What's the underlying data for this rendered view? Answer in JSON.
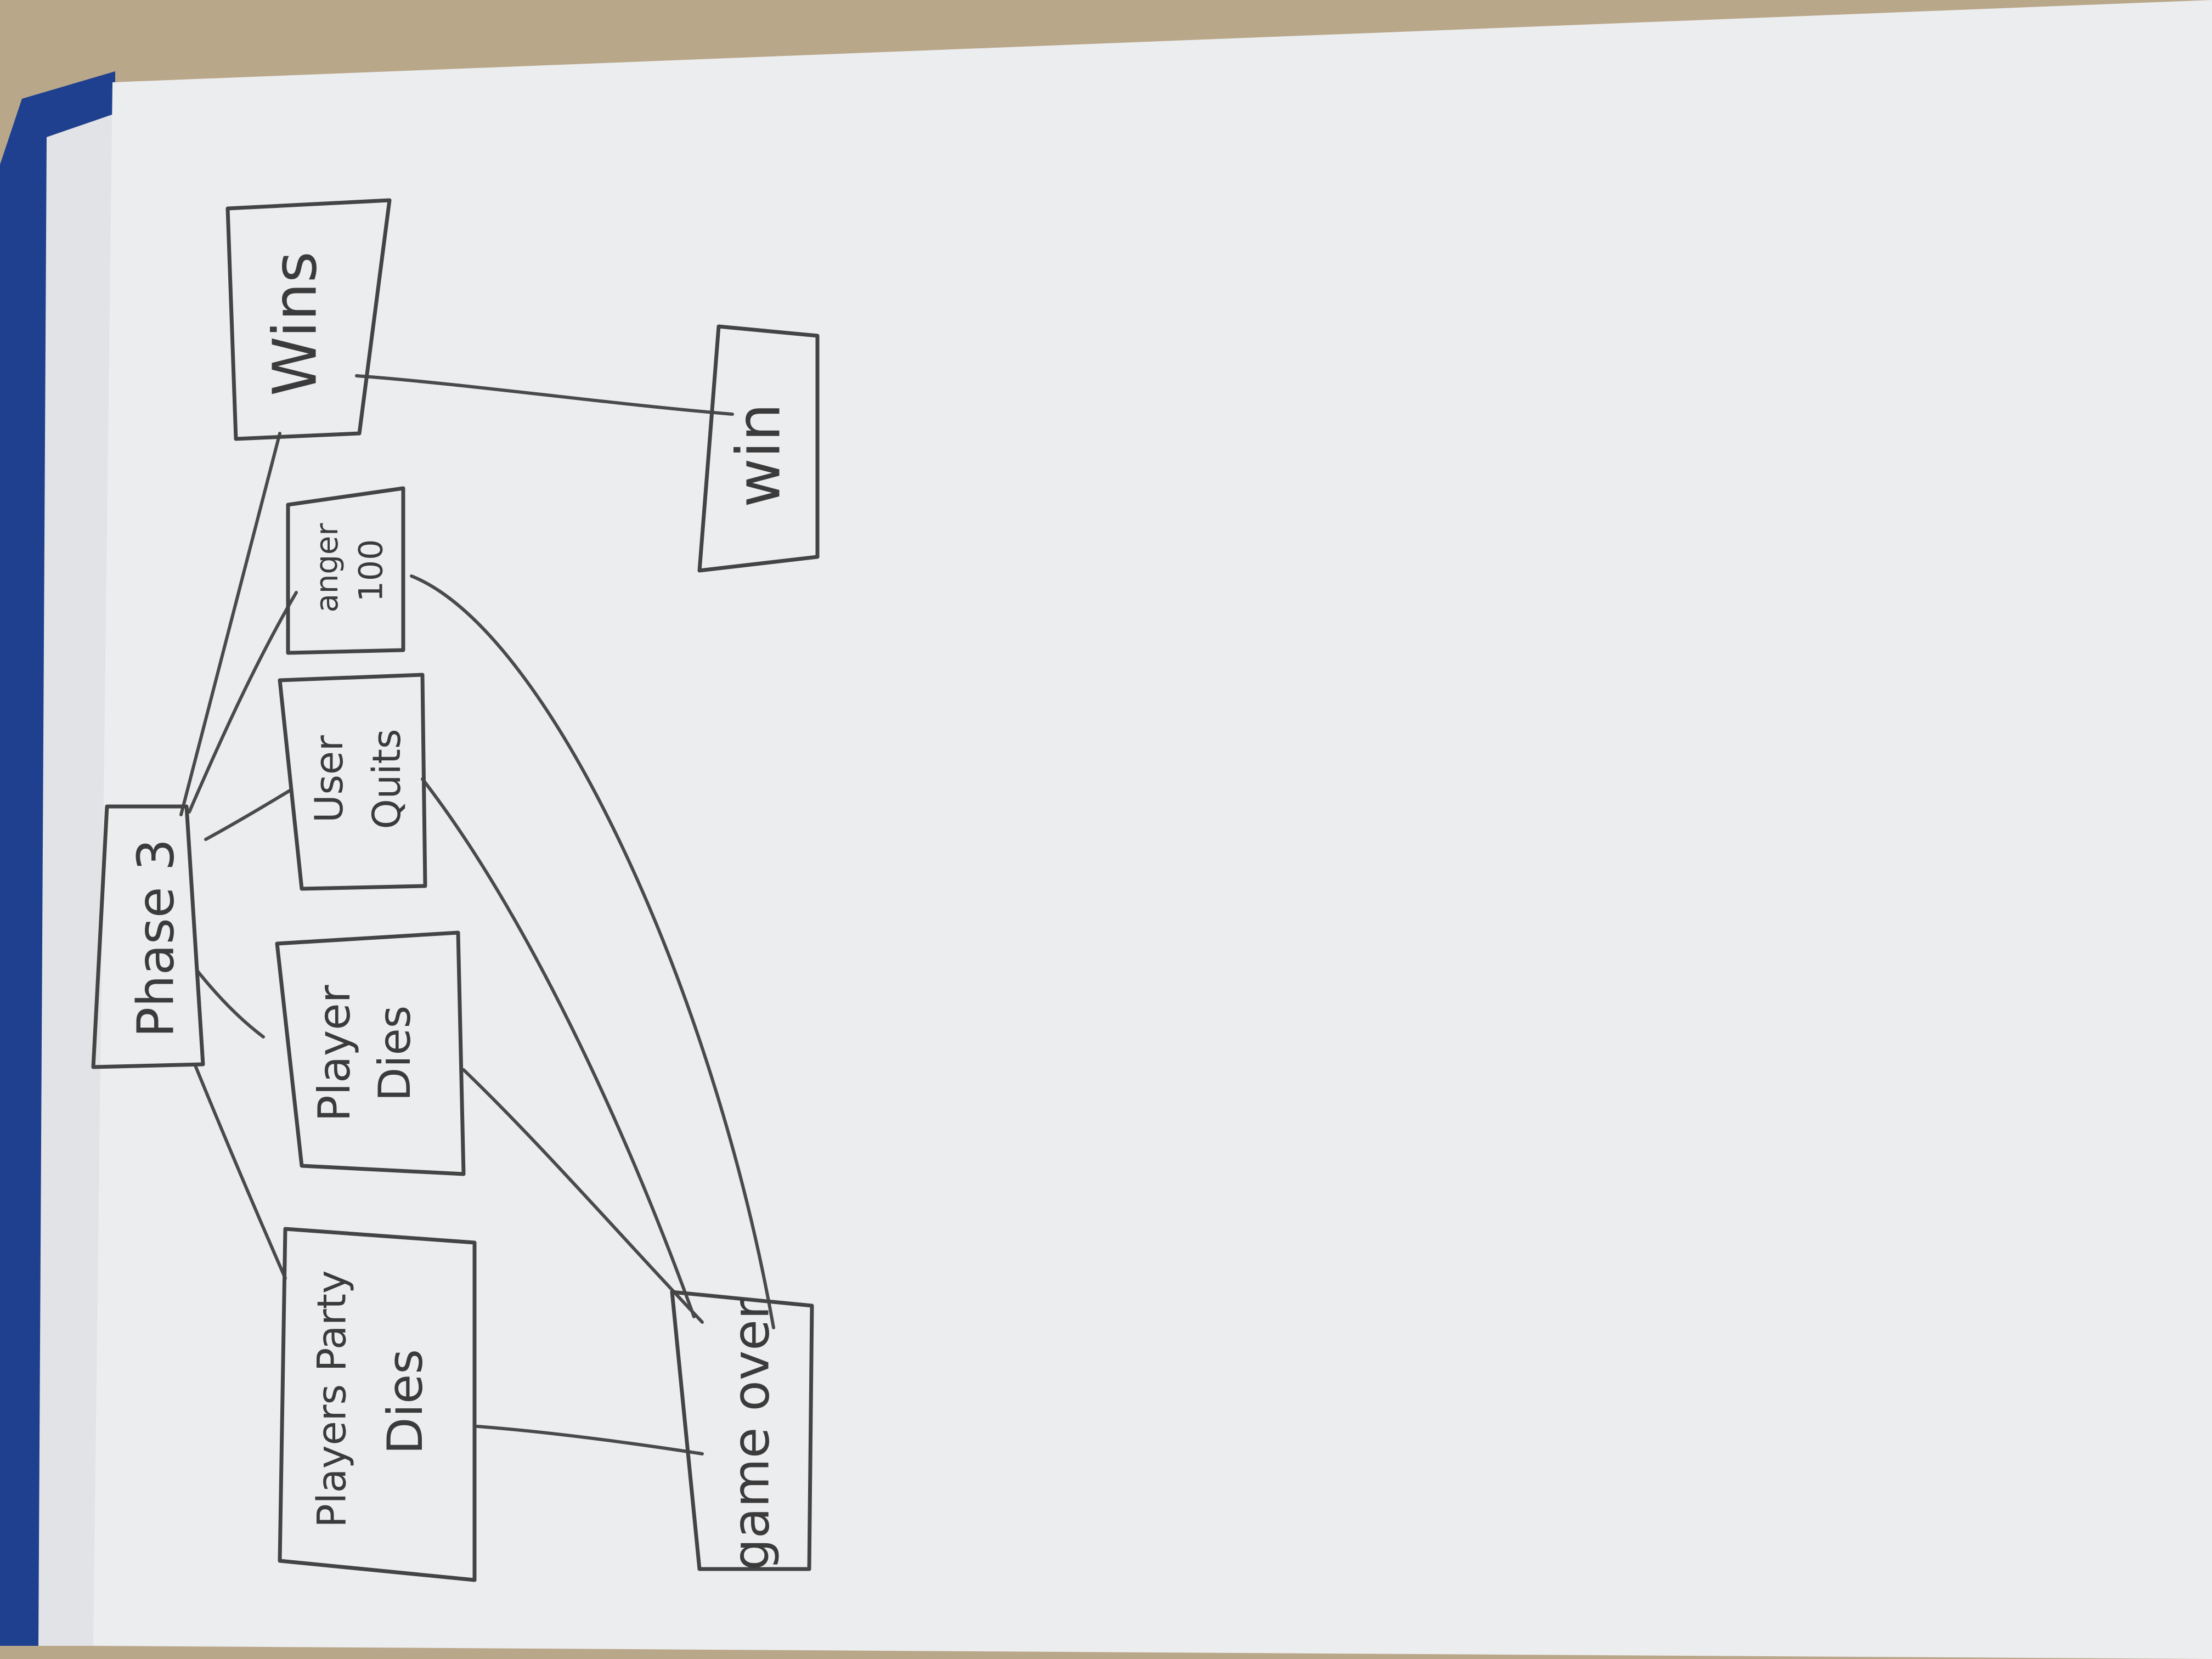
{
  "diagram": {
    "paper_color": "#ecedef",
    "folder_color": "#1f3f8f",
    "background_color": "#b9a78a",
    "ink_color": "#444444",
    "nodes": {
      "phase": {
        "lines": [
          "Phase 3"
        ]
      },
      "players_party_dies": {
        "lines": [
          "Players Party",
          "Dies"
        ]
      },
      "player_dies": {
        "lines": [
          "Player",
          "Dies"
        ]
      },
      "user_quits": {
        "lines": [
          "User",
          "Quits"
        ]
      },
      "anger": {
        "lines": [
          "anger",
          "100"
        ]
      },
      "wins": {
        "lines": [
          "Wins"
        ]
      },
      "game_over": {
        "lines": [
          "game over"
        ]
      },
      "win": {
        "lines": [
          "win"
        ]
      }
    },
    "edges": [
      {
        "from": "Phase 3",
        "to": "Players Party Dies"
      },
      {
        "from": "Phase 3",
        "to": "Player Dies"
      },
      {
        "from": "Phase 3",
        "to": "User Quits"
      },
      {
        "from": "Phase 3",
        "to": "anger 100"
      },
      {
        "from": "Phase 3",
        "to": "Wins"
      },
      {
        "from": "Players Party Dies",
        "to": "game over"
      },
      {
        "from": "Player Dies",
        "to": "game over"
      },
      {
        "from": "User Quits",
        "to": "game over"
      },
      {
        "from": "anger 100",
        "to": "game over"
      },
      {
        "from": "Wins",
        "to": "win"
      }
    ]
  }
}
